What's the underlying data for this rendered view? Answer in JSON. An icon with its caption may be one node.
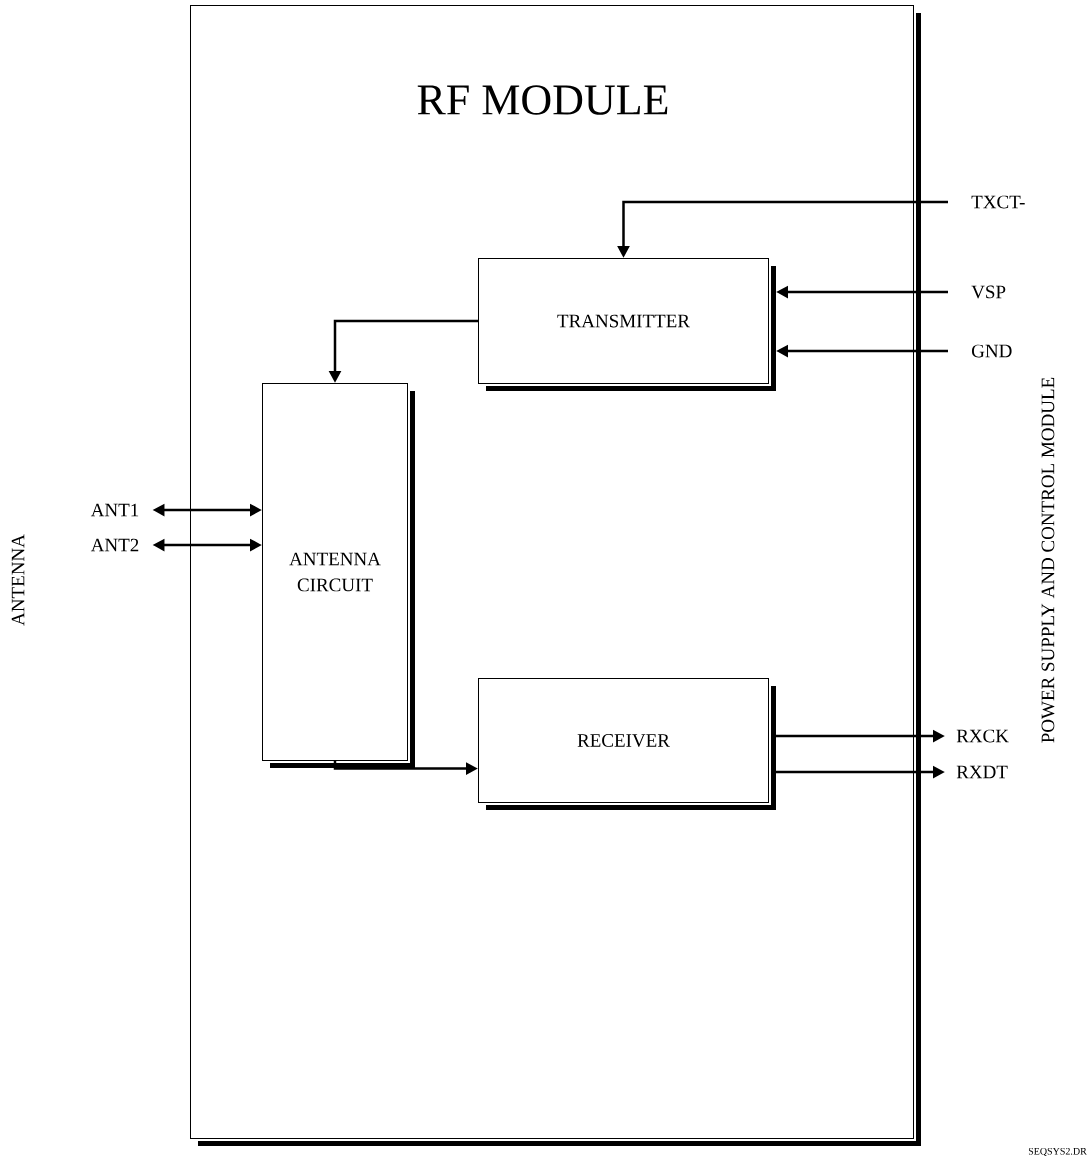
{
  "diagram": {
    "nodes": [
      {
        "text": [
          "RF MODULE"
        ]
      },
      {
        "text": [
          "TRANSMITTER"
        ],
        "in": 0
      },
      {
        "text": [
          "ANTENNA CIRCUIT"
        ],
        "in": 0
      },
      {
        "text": [
          "RECEIVER"
        ],
        "in": 0
      },
      {
        "text": [
          "TXCT-"
        ]
      },
      {
        "text": [
          "VSP"
        ]
      },
      {
        "text": [
          "GND"
        ]
      },
      {
        "text": [
          "ANT1"
        ]
      },
      {
        "text": [
          "ANT2"
        ]
      },
      {
        "text": [
          "RXCK"
        ]
      },
      {
        "text": [
          "RXDT"
        ]
      }
    ],
    "edges": [
      {
        "from": 4,
        "to": 1,
        "arrow": "to"
      },
      {
        "from": 5,
        "to": 1,
        "arrow": "to"
      },
      {
        "from": 6,
        "to": 1,
        "arrow": "to"
      },
      {
        "from": 1,
        "to": 2,
        "arrow": "to"
      },
      {
        "from": 7,
        "to": 2,
        "arrow": "both"
      },
      {
        "from": 8,
        "to": 2,
        "arrow": "both"
      },
      {
        "from": 2,
        "to": 3,
        "arrow": "to"
      },
      {
        "from": 3,
        "to": 9,
        "arrow": "to"
      },
      {
        "from": 3,
        "to": 10,
        "arrow": "to"
      }
    ],
    "labels": [
      "ANTENNA",
      "POWER SUPPLY AND CONTROL MODULE",
      "SEQSYS2.DR"
    ]
  }
}
